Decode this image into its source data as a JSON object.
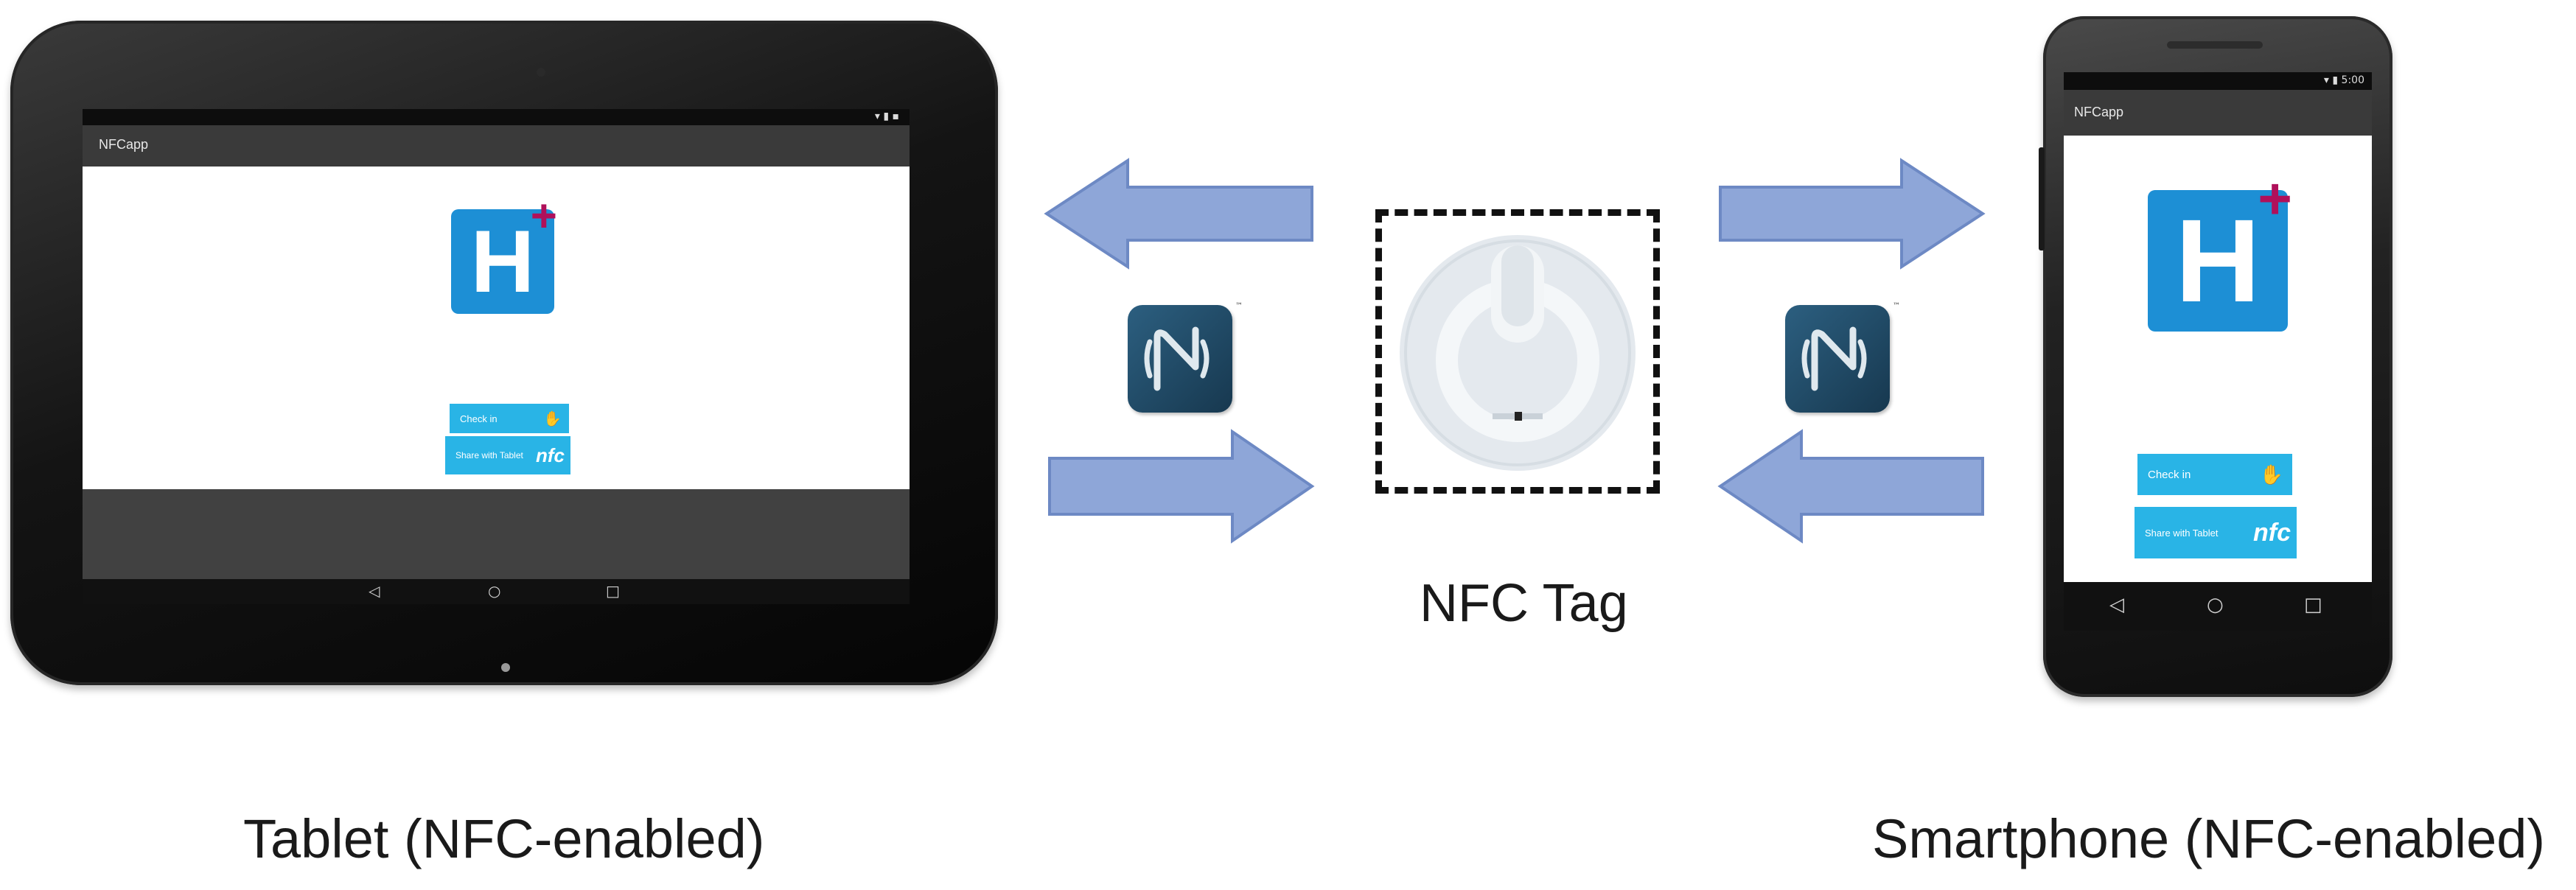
{
  "labels": {
    "tablet": "Tablet (NFC-enabled)",
    "tag": "NFC Tag",
    "smartphone": "Smartphone (NFC-enabled)"
  },
  "tablet": {
    "app_title": "NFCapp",
    "icon_letter": "H",
    "icon_plus": "+",
    "buttons": [
      {
        "label": "Check in",
        "glyph": "hand-icon"
      },
      {
        "label": "Share with Tablet",
        "nfc": "nfc"
      }
    ]
  },
  "phone": {
    "app_title": "NFCapp",
    "icon_letter": "H",
    "icon_plus": "+",
    "buttons": [
      {
        "label": "Check in",
        "glyph": "hand-icon"
      },
      {
        "label": "Share with Tablet",
        "nfc": "nfc"
      }
    ]
  },
  "colors": {
    "arrow_fill": "#8ea6d8",
    "arrow_stroke": "#6d89c4",
    "app_icon": "#1d8fd5",
    "button": "#29b4e6",
    "nfc_logo": "#21475f"
  }
}
